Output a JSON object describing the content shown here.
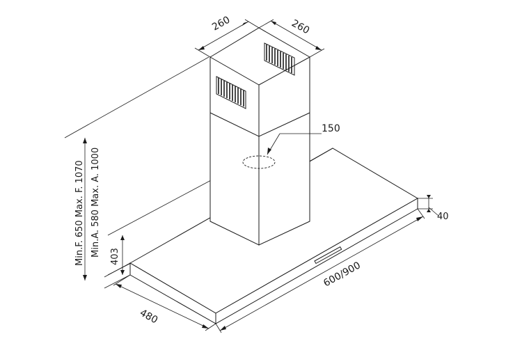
{
  "drawing": {
    "dimensions": {
      "chimney_width": "260",
      "chimney_depth": "260",
      "exhaust_diameter": "150",
      "canopy_height": "40",
      "canopy_width": "600/900",
      "canopy_depth": "480",
      "mounting_height": "403",
      "height_range_a": "Min.A. 580  Max. A. 1000",
      "height_range_f": "Min.F. 650 Max. F. 1070"
    },
    "line_color": "#1a1a1a",
    "background_color": "#ffffff"
  }
}
